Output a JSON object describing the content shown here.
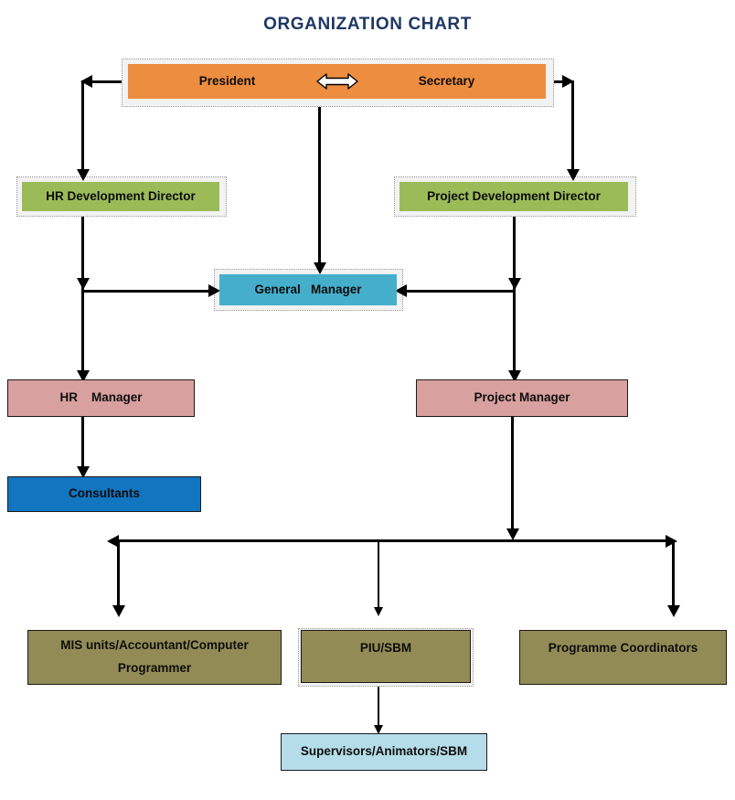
{
  "title": "ORGANIZATION CHART",
  "colors": {
    "title": "#1F3864",
    "orange": "#ED8D40",
    "green": "#9BBB59",
    "teal": "#45AECB",
    "rose": "#D9A0A0",
    "blue": "#1275C0",
    "olive": "#938B55",
    "light_blue": "#B5DCE9",
    "connector": "#000000"
  },
  "nodes": {
    "president": "President",
    "secretary": "Secretary",
    "hr_development_director": "HR Development Director",
    "project_development_director": "Project Development Director",
    "general_manager": "General   Manager",
    "hr_manager": "HR    Manager",
    "project_manager": "Project Manager",
    "consultants": "Consultants",
    "mis_units": "MIS units/Accountant/Computer Programmer",
    "piu_sbm": "PIU/SBM",
    "programme_coordinators": "Programme Coordinators",
    "supervisors": "Supervisors/Animators/SBM"
  }
}
